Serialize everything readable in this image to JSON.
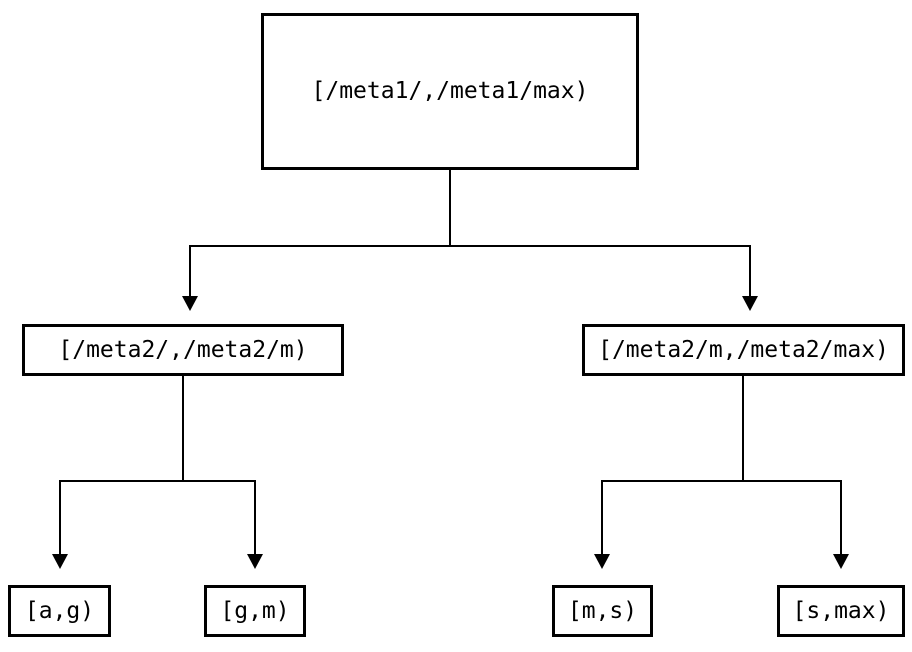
{
  "diagram": {
    "kind": "interval-partition-tree",
    "colors": {
      "stroke": "#000000",
      "background": "#ffffff",
      "node_fill": "#ffffff",
      "text": "#000000"
    },
    "nodes": {
      "root": {
        "label": "[/meta1/,/meta1/max)"
      },
      "left": {
        "label": "[/meta2/,/meta2/m)"
      },
      "right": {
        "label": "[/meta2/m,/meta2/max)"
      },
      "leaf_ag": {
        "label": "[a,g)"
      },
      "leaf_gm": {
        "label": "[g,m)"
      },
      "leaf_ms": {
        "label": "[m,s)"
      },
      "leaf_smax": {
        "label": "[s,max)"
      }
    },
    "edges": [
      {
        "from": "root",
        "to": "left"
      },
      {
        "from": "root",
        "to": "right"
      },
      {
        "from": "left",
        "to": "leaf_ag"
      },
      {
        "from": "left",
        "to": "leaf_gm"
      },
      {
        "from": "right",
        "to": "leaf_ms"
      },
      {
        "from": "right",
        "to": "leaf_smax"
      }
    ]
  }
}
